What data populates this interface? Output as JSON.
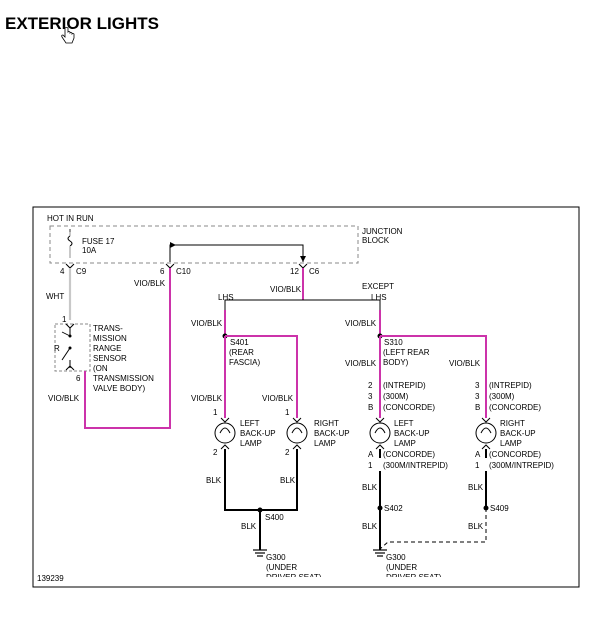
{
  "title": "EXTERIOR LIGHTS",
  "figure_number": "139239",
  "colors": {
    "vio_blk": "#cc33aa",
    "wht": "#c8c8c8",
    "blk": "#000000",
    "junction": "#888888"
  },
  "labels": {
    "hot_in_run": "HOT IN RUN",
    "fuse_name": "FUSE 17",
    "fuse_rating": "10A",
    "junction_block": [
      "JUNCTION",
      "BLOCK"
    ],
    "pin4": "4",
    "c9": "C9",
    "pin6": "6",
    "c10": "C10",
    "pin12": "12",
    "c6": "C6",
    "wht": "WHT",
    "vio_blk": "VIO/BLK",
    "blk": "BLK",
    "lhs": "LHS",
    "except": "EXCEPT",
    "sensor_pin1": "1",
    "sensor_pin6": "6",
    "sensor_r": "R",
    "sensor_name": [
      "TRANS-",
      "MISSION",
      "RANGE",
      "SENSOR",
      "(ON",
      "TRANSMISSION",
      "VALVE BODY)"
    ],
    "s401": "S401",
    "s401_loc": [
      "(REAR",
      "FASCIA)"
    ],
    "s310": "S310",
    "s310_loc": [
      "(LEFT REAR",
      "BODY)"
    ],
    "pin1": "1",
    "pin2": "2",
    "pin3": "3",
    "pinB": "B",
    "pinA": "A",
    "left_backup_lamp": [
      "LEFT",
      "BACK-UP",
      "LAMP"
    ],
    "right_backup_lamp": [
      "RIGHT",
      "BACK-UP",
      "LAMP"
    ],
    "intrepid": "(INTREPID)",
    "300m": "(300M)",
    "concorde": "(CONCORDE)",
    "300m_intrepid": "(300M/INTREPID)",
    "s400": "S400",
    "s402": "S402",
    "s409": "S409",
    "g300": "G300",
    "g300_loc": [
      "(UNDER",
      "DRIVER SEAT)"
    ]
  }
}
